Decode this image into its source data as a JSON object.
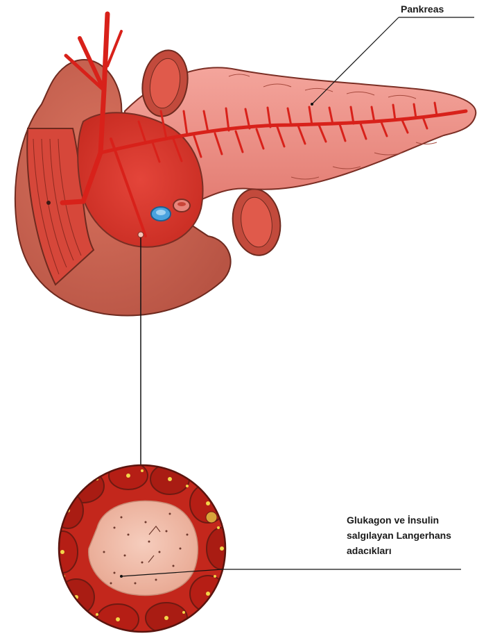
{
  "labels": {
    "pancreas": "Pankreas",
    "islets": [
      "Glukagon ve İnsulin",
      "salgılayan Langerhans",
      "adacıkları"
    ]
  },
  "colors": {
    "duodenum": "#c9604e",
    "pancreas_body": "#e8837a",
    "vessels": "#d8211a",
    "inner_wall": "#d93a2e",
    "vein": "#4aa3df",
    "islet_core": "#efb9a6",
    "acini": "#b71c14"
  }
}
